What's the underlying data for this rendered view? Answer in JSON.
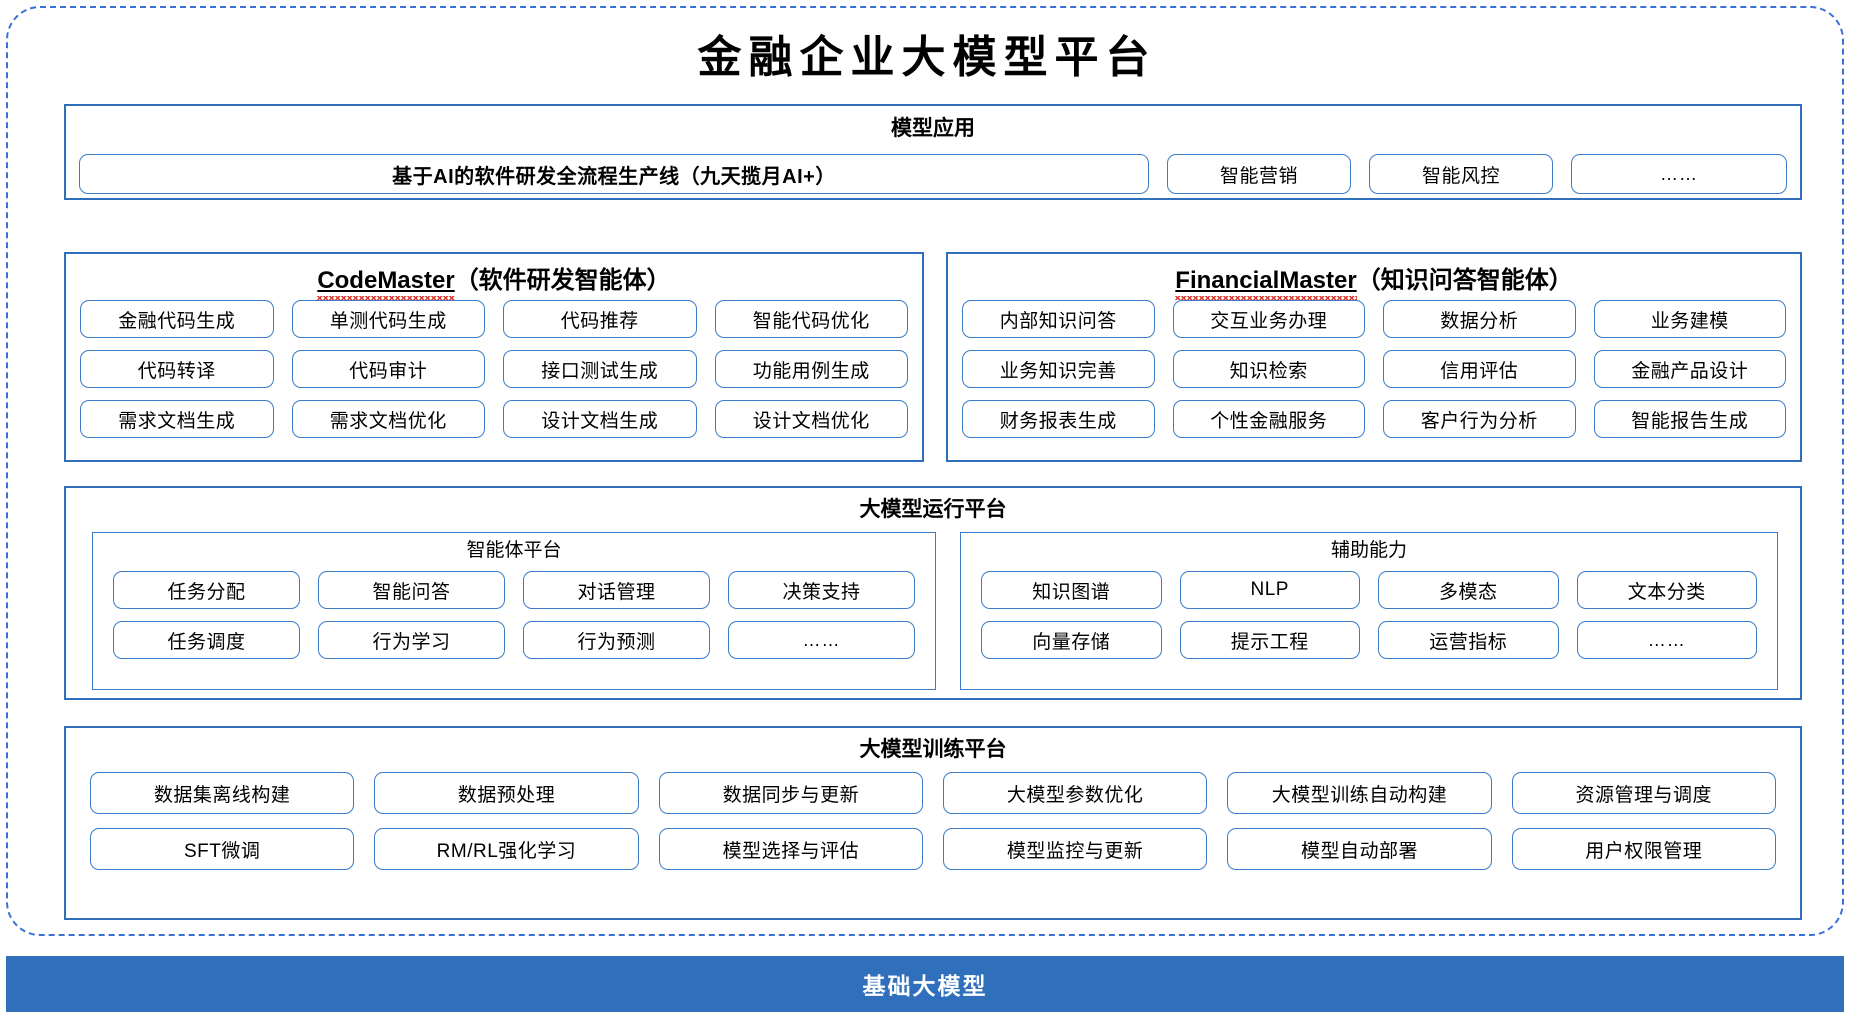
{
  "colors": {
    "accent_blue": "#2f6fbc",
    "chip_border": "#3b7bc8",
    "frame_dashed": "#3a6fd8",
    "spellcheck_red": "#e0342c",
    "bottom_bar_bg": "#2f6fbc"
  },
  "title": "金融企业大模型平台",
  "sections": {
    "apps": {
      "title": "模型应用",
      "chips": [
        "基于AI的软件研发全流程生产线（九天揽月AI+）",
        "智能营销",
        "智能风控",
        "……"
      ]
    },
    "code_master": {
      "title_en": "CodeMaster",
      "title_cn": "（软件研发智能体）",
      "rows": [
        [
          "金融代码生成",
          "单测代码生成",
          "代码推荐",
          "智能代码优化"
        ],
        [
          "代码转译",
          "代码审计",
          "接口测试生成",
          "功能用例生成"
        ],
        [
          "需求文档生成",
          "需求文档优化",
          "设计文档生成",
          "设计文档优化"
        ]
      ]
    },
    "financial_master": {
      "title_en": "FinancialMaster",
      "title_cn": "（知识问答智能体）",
      "rows": [
        [
          "内部知识问答",
          "交互业务办理",
          "数据分析",
          "业务建模"
        ],
        [
          "业务知识完善",
          "知识检索",
          "信用评估",
          "金融产品设计"
        ],
        [
          "财务报表生成",
          "个性金融服务",
          "客户行为分析",
          "智能报告生成"
        ]
      ]
    },
    "runtime": {
      "title": "大模型运行平台",
      "agent_platform": {
        "title": "智能体平台",
        "rows": [
          [
            "任务分配",
            "智能问答",
            "对话管理",
            "决策支持"
          ],
          [
            "任务调度",
            "行为学习",
            "行为预测",
            "……"
          ]
        ]
      },
      "auxiliary": {
        "title": "辅助能力",
        "rows": [
          [
            "知识图谱",
            "NLP",
            "多模态",
            "文本分类"
          ],
          [
            "向量存储",
            "提示工程",
            "运营指标",
            "……"
          ]
        ]
      }
    },
    "training": {
      "title": "大模型训练平台",
      "rows": [
        [
          "数据集离线构建",
          "数据预处理",
          "数据同步与更新",
          "大模型参数优化",
          "大模型训练自动构建",
          "资源管理与调度"
        ],
        [
          "SFT微调",
          "RM/RL强化学习",
          "模型选择与评估",
          "模型监控与更新",
          "模型自动部署",
          "用户权限管理"
        ]
      ]
    }
  },
  "bottom_bar": {
    "label": "基础大模型"
  }
}
